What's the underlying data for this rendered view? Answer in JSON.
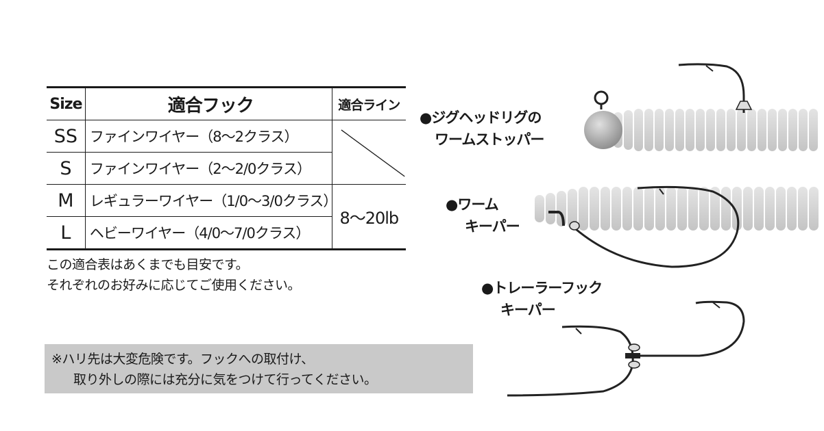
{
  "table": {
    "headers": [
      "Size",
      "適合フック",
      "適合ライン"
    ],
    "rows": [
      {
        "size": "SS",
        "hook": "ファインワイヤー（8～2クラス）"
      },
      {
        "size": "S",
        "hook": "ファインワイヤー（2～2/0クラス）"
      },
      {
        "size": "M",
        "hook": "レギュラーワイヤー（1/0～3/0クラス）"
      },
      {
        "size": "L",
        "hook": "ヘビーワイヤー（4/0～7/0クラス）"
      }
    ],
    "line_value": "8～20lb"
  },
  "notes": [
    "この適合表はあくまでも目安です。",
    "それぞれのお好みに応じてご使用ください。"
  ],
  "warning": [
    "※ハリ先は大変危険です。フックへの取付け、",
    "取り外しの際には充分に気をつけて行ってください。"
  ],
  "labels": {
    "jighead": [
      "●ジグヘッドリグの",
      "ワームストッパー"
    ],
    "worm": [
      "●ワーム",
      "キーパー"
    ],
    "trailer": [
      "●トレーラーフック",
      "キーパー"
    ]
  }
}
